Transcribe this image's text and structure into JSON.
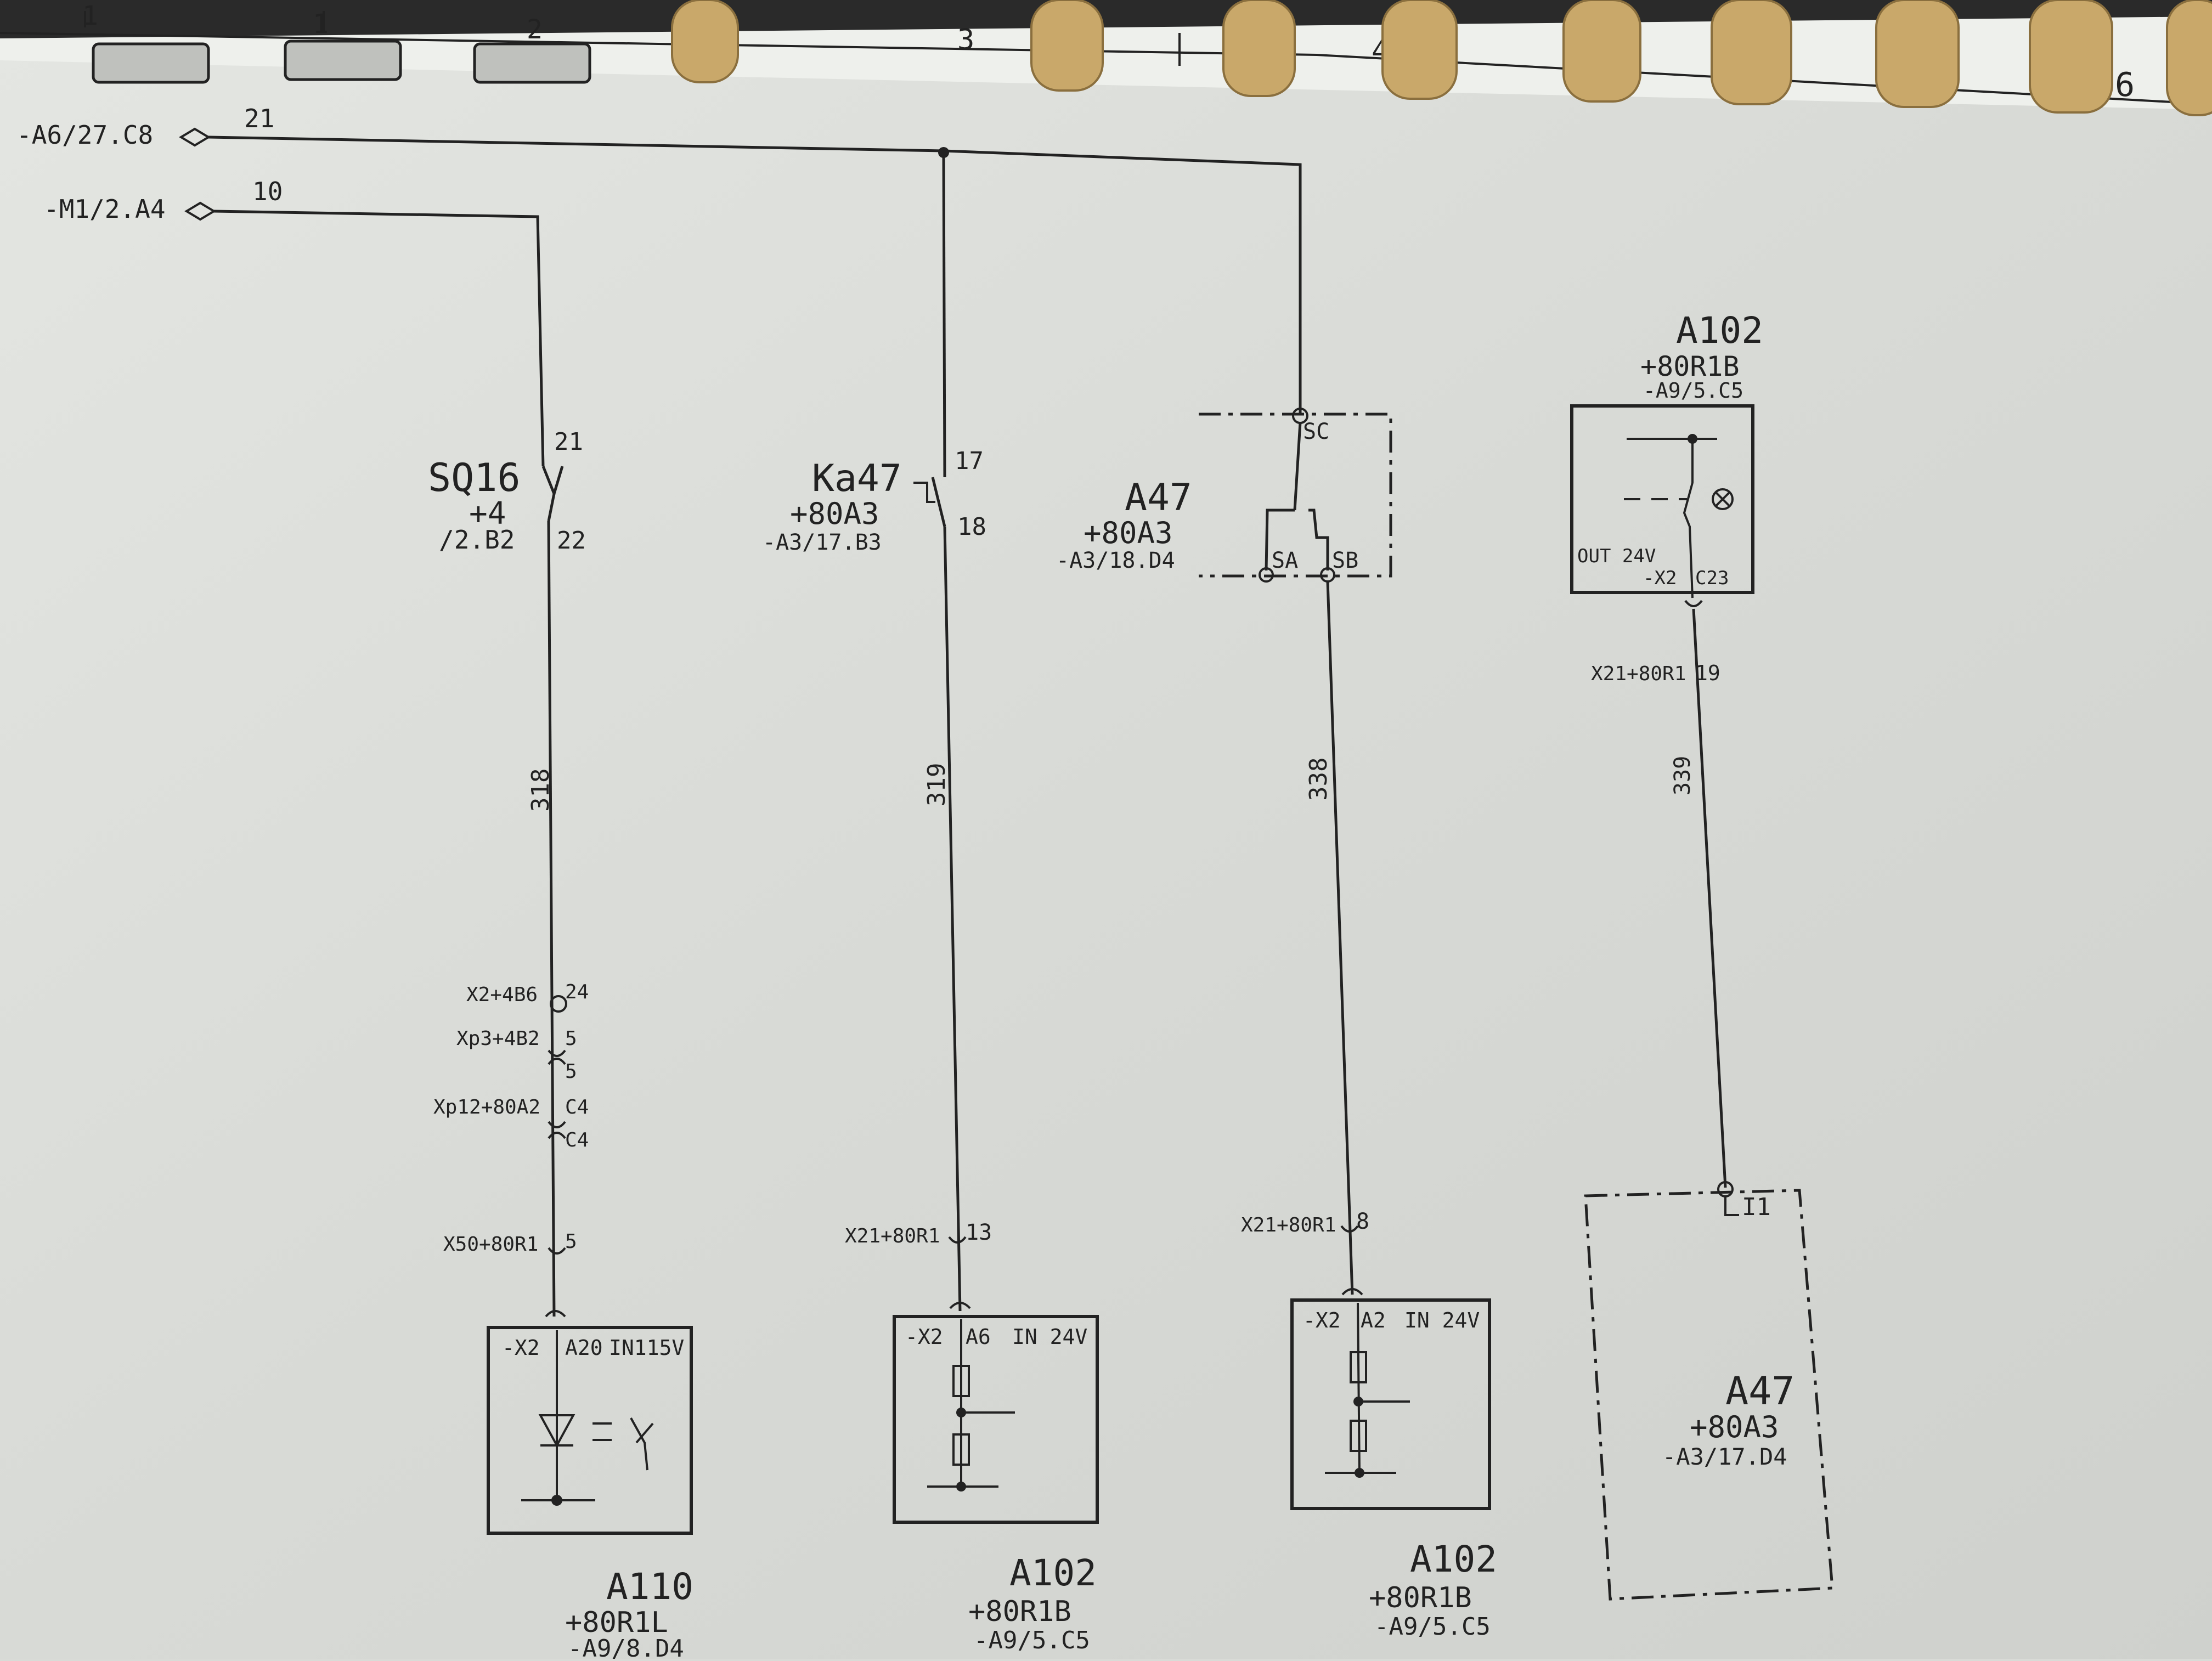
{
  "ruler": {
    "columns": [
      "1",
      "1",
      "2",
      "3",
      "4",
      "6"
    ]
  },
  "incoming": [
    {
      "ref": "-A6/27.C8",
      "wire": "21"
    },
    {
      "ref": "-M1/2.A4",
      "wire": "10"
    }
  ],
  "sq16": {
    "name": "SQ16",
    "loc": "+4",
    "ref": "/2.B2",
    "pin_top": "21",
    "pin_bottom": "22"
  },
  "ka47": {
    "name": "Ka47",
    "loc": "+80A3",
    "ref": "-A3/17.B3",
    "pin_top": "17",
    "pin_bottom": "18"
  },
  "a47_switch": {
    "name": "A47",
    "loc": "+80A3",
    "ref": "-A3/18.D4",
    "sc": "SC",
    "sa": "SA",
    "sb": "SB"
  },
  "a102_top": {
    "name": "A102",
    "loc": "+80R1B",
    "ref": "-A9/5.C5",
    "out_label": "OUT 24V",
    "connector": "-X2",
    "pin": "C23"
  },
  "wires": {
    "w318": "318",
    "w319": "319",
    "w338": "338",
    "w339": "339"
  },
  "col1_terminals": [
    {
      "label": "X2+4B6",
      "pin": "24"
    },
    {
      "label": "Xp3+4B2",
      "pin": "5",
      "pin2": "5"
    },
    {
      "label": "Xp12+80A2",
      "pin": "C4",
      "pin2": "C4"
    },
    {
      "label": "X50+80R1",
      "pin": "5"
    }
  ],
  "col2_terminal": {
    "label": "X21+80R1",
    "pin": "13"
  },
  "col3_terminal": {
    "label": "X21+80R1",
    "pin": "8"
  },
  "col4_terminal": {
    "label": "X21+80R1",
    "pin": "19"
  },
  "a110": {
    "header_conn": "-X2",
    "header_pin": "A20",
    "header_in": "IN115V",
    "name": "A110",
    "loc": "+80R1L",
    "ref": "-A9/8.D4"
  },
  "a102_col2": {
    "header_conn": "-X2",
    "header_pin": "A6",
    "header_in": "IN 24V",
    "name": "A102",
    "loc": "+80R1B",
    "ref": "-A9/5.C5"
  },
  "a102_col3": {
    "header_conn": "-X2",
    "header_pin": "A2",
    "header_in": "IN 24V",
    "name": "A102",
    "loc": "+80R1B",
    "ref": "-A9/5.C5"
  },
  "a47_box": {
    "pin": "I1",
    "name": "A47",
    "loc": "+80A3",
    "ref": "-A3/17.D4"
  },
  "colors": {
    "paper": "#d9dbd7",
    "ink": "#222222",
    "binding": "#c9a86a"
  }
}
